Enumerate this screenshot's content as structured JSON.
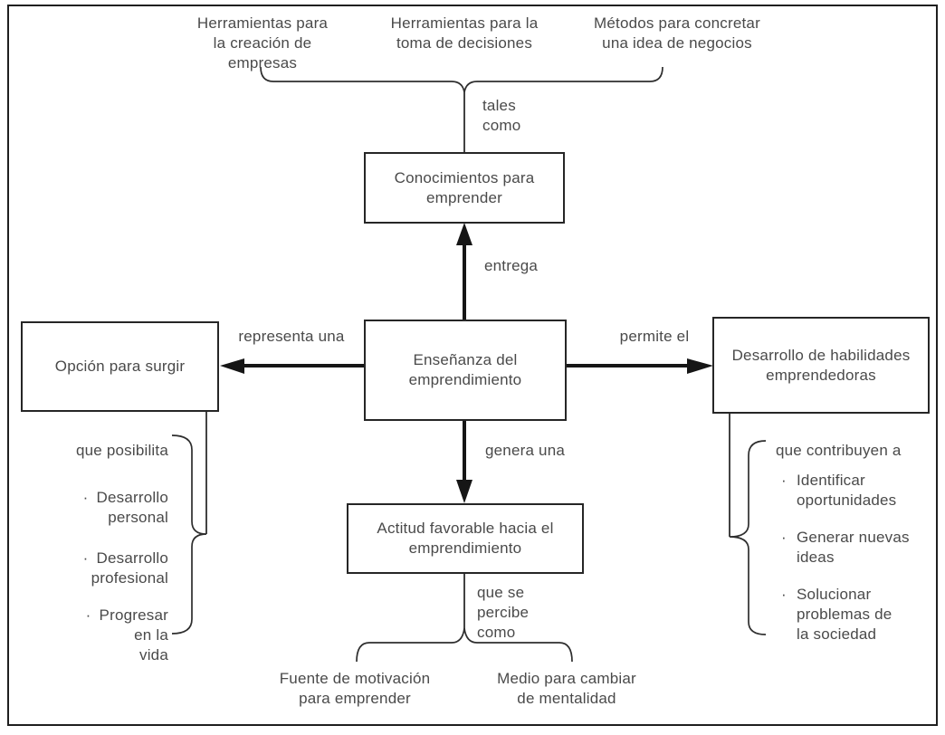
{
  "diagram": {
    "colors": {
      "background": "#ffffff",
      "text": "#4a4a4a",
      "thin_line": "#2e2e2e",
      "arrow": "#161616",
      "box_border": "#262626"
    },
    "bullet_char": "·",
    "top_sources": {
      "items": [
        "Herramientas para\nla creación de\nempresas",
        "Herramientas para la\ntoma de decisiones",
        "Métodos para concretar\nuna idea de negocios"
      ],
      "brace_label": "tales\ncomo"
    },
    "nodes": {
      "conocimientos": "Conocimientos para\nemprender",
      "ensenanza": "Enseñanza del\nemprendimiento",
      "opcion": "Opción para surgir",
      "desarrollo": "Desarrollo de habilidades\nemprendedoras",
      "actitud": "Actitud favorable hacia el\nemprendimiento"
    },
    "edge_labels": {
      "entrega": "entrega",
      "representa": "representa una",
      "permite": "permite el",
      "genera": "genera una",
      "percibe": "que se\npercibe\ncomo"
    },
    "left_group": {
      "heading": "que posibilita",
      "items": [
        "Desarrollo\npersonal",
        "Desarrollo\nprofesional",
        "Progresar\nen la\nvida"
      ]
    },
    "right_group": {
      "heading": "que contribuyen a",
      "items": [
        "Identificar\noportunidades",
        "Generar nuevas\nideas",
        "Solucionar\nproblemas de\nla sociedad"
      ]
    },
    "bottom_group": {
      "items": [
        "Fuente de motivación\npara emprender",
        "Medio para cambiar\nde mentalidad"
      ]
    }
  }
}
